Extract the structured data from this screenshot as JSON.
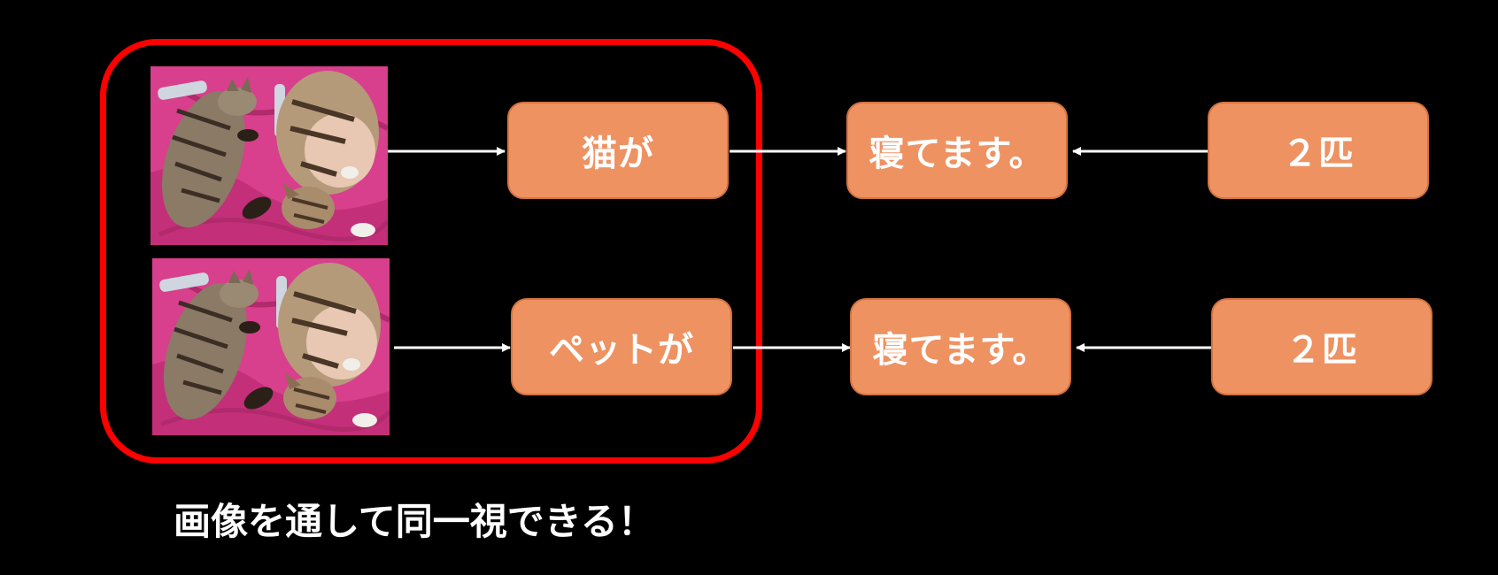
{
  "diagram": {
    "rows": [
      {
        "image_alt": "two cats sleeping on a pink blanket",
        "subject_label": "猫が",
        "predicate_label": "寝てます。",
        "modifier_label": "２匹"
      },
      {
        "image_alt": "two cats sleeping on a pink blanket",
        "subject_label": "ペットが",
        "predicate_label": "寝てます。",
        "modifier_label": "２匹"
      }
    ],
    "caption": "画像を通して同一視できる！"
  },
  "colors": {
    "background": "#000000",
    "frame": "#ff0000",
    "box_fill": "#ee9262",
    "box_border": "#d4733f",
    "text": "#ffffff",
    "arrow": "#ffffff"
  }
}
